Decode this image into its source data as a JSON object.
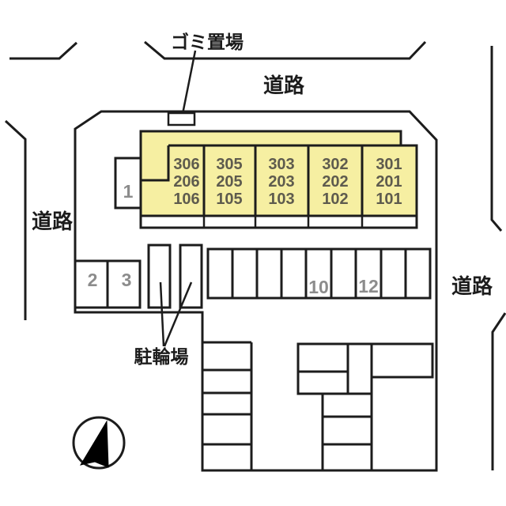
{
  "plan": {
    "type": "site-layout-plan",
    "colors": {
      "background": "#ffffff",
      "line": "#1c1c1c",
      "building_fill": "#f6efa2",
      "room_number": "#5e5b4e",
      "space_number": "#8c8c8c"
    },
    "labels": {
      "garbage_station": "ゴミ置場",
      "road_top": "道路",
      "road_left": "道路",
      "road_right": "道路",
      "bicycle_parking": "駐輪場"
    },
    "building": {
      "entrance_label": "1",
      "units": [
        {
          "rooms": [
            "306",
            "206",
            "106"
          ]
        },
        {
          "rooms": [
            "305",
            "205",
            "105"
          ]
        },
        {
          "rooms": [
            "303",
            "203",
            "103"
          ]
        },
        {
          "rooms": [
            "302",
            "202",
            "102"
          ]
        },
        {
          "rooms": [
            "301",
            "201",
            "101"
          ]
        }
      ]
    },
    "parking": {
      "left_spaces": [
        "2",
        "3"
      ],
      "row_labels": [
        "",
        "",
        "",
        "",
        "10",
        "",
        "12",
        "",
        ""
      ]
    },
    "compass": {
      "meaning": "north-arrow"
    }
  }
}
